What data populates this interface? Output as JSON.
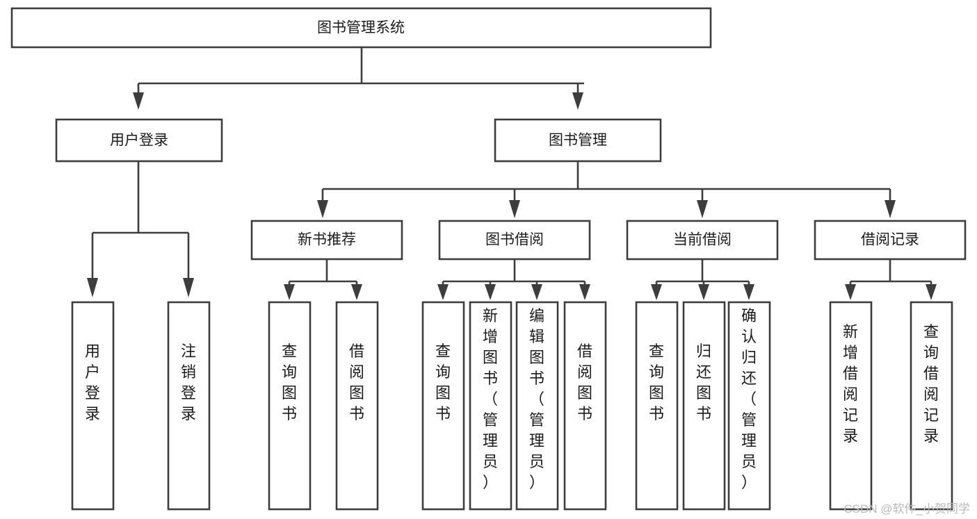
{
  "diagram": {
    "title": "图书管理系统",
    "type": "tree",
    "orientation": "top-down",
    "background_color": "#ffffff",
    "line_color": "#3d3d3d",
    "box_fill": "#ffffff",
    "text_color": "#1b1b1b"
  },
  "watermark": {
    "text": "CSDN @软件_小贺同学",
    "color": "#b9b9b9"
  },
  "nodes": {
    "root": {
      "label": "图书管理系统",
      "level": 0,
      "orientation": "horizontal"
    },
    "level1": [
      {
        "id": "user-login",
        "label": "用户登录",
        "orientation": "horizontal"
      },
      {
        "id": "book-manage",
        "label": "图书管理",
        "orientation": "horizontal"
      }
    ],
    "level2": [
      {
        "id": "new-book-recommend",
        "label": "新书推荐",
        "orientation": "horizontal",
        "parent": "book-manage"
      },
      {
        "id": "book-borrow",
        "label": "图书借阅",
        "orientation": "horizontal",
        "parent": "book-manage"
      },
      {
        "id": "current-borrow",
        "label": "当前借阅",
        "orientation": "horizontal",
        "parent": "book-manage"
      },
      {
        "id": "borrow-record",
        "label": "借阅记录",
        "orientation": "horizontal",
        "parent": "book-manage"
      }
    ],
    "leaves": [
      {
        "id": "leaf-user-login",
        "label": "用户登录",
        "orientation": "vertical",
        "parent": "user-login"
      },
      {
        "id": "leaf-logout-login",
        "label": "注销登录",
        "orientation": "vertical",
        "parent": "user-login"
      },
      {
        "id": "leaf-query-book-1",
        "label": "查询图书",
        "orientation": "vertical",
        "parent": "new-book-recommend"
      },
      {
        "id": "leaf-borrow-book-1",
        "label": "借阅图书",
        "orientation": "vertical",
        "parent": "new-book-recommend"
      },
      {
        "id": "leaf-query-book-2",
        "label": "查询图书",
        "orientation": "vertical",
        "parent": "book-borrow"
      },
      {
        "id": "leaf-add-book",
        "label": "新增图书（管理员）",
        "orientation": "vertical",
        "parent": "book-borrow"
      },
      {
        "id": "leaf-edit-book",
        "label": "编辑图书（管理员）",
        "orientation": "vertical",
        "parent": "book-borrow"
      },
      {
        "id": "leaf-borrow-book-2",
        "label": "借阅图书",
        "orientation": "vertical",
        "parent": "book-borrow"
      },
      {
        "id": "leaf-query-book-3",
        "label": "查询图书",
        "orientation": "vertical",
        "parent": "current-borrow"
      },
      {
        "id": "leaf-return-book",
        "label": "归还图书",
        "orientation": "vertical",
        "parent": "current-borrow"
      },
      {
        "id": "leaf-confirm-return",
        "label": "确认归还（管理员）",
        "orientation": "vertical",
        "parent": "current-borrow"
      },
      {
        "id": "leaf-add-record",
        "label": "新增借阅记录",
        "orientation": "vertical",
        "parent": "borrow-record"
      },
      {
        "id": "leaf-query-record",
        "label": "查询借阅记录",
        "orientation": "vertical",
        "parent": "borrow-record"
      }
    ]
  }
}
